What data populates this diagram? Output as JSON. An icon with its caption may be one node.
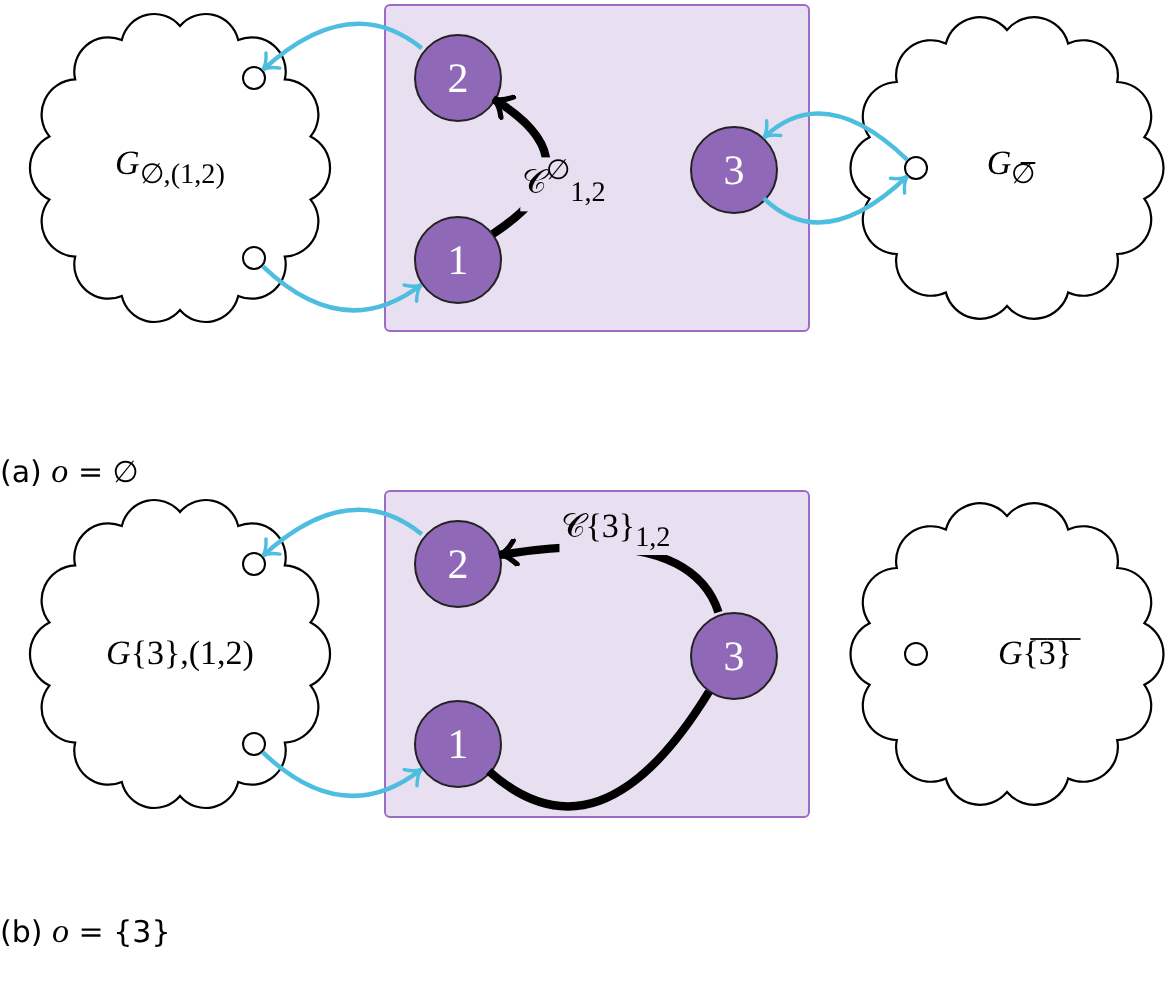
{
  "diagram": {
    "nodes": [
      {
        "text": [
          "*G*$_{∅,(1,2)}$"
        ]
      },
      {
        "text": [],
        "shape": "circle",
        "in": 0
      },
      {
        "text": [],
        "shape": "circle",
        "in": 0
      },
      {
        "text": [],
        "shape": "box"
      },
      {
        "text": [
          "2"
        ],
        "in": 3
      },
      {
        "text": [
          "1"
        ],
        "in": 3
      },
      {
        "text": [
          "3"
        ],
        "in": 3
      },
      {
        "text": [
          "*G*$_{∅̅}$"
        ]
      },
      {
        "text": [],
        "shape": "circle",
        "in": 7
      },
      {
        "text": [
          "*G*{3},(1,2)"
        ]
      },
      {
        "text": [],
        "shape": "circle",
        "in": 9
      },
      {
        "text": [],
        "shape": "circle",
        "in": 9
      },
      {
        "text": [],
        "shape": "box"
      },
      {
        "text": [
          "2"
        ],
        "in": 12
      },
      {
        "text": [
          "1"
        ],
        "in": 12
      },
      {
        "text": [
          "3"
        ],
        "in": 12
      },
      {
        "text": [
          "*G*{̅3̅}̅"
        ]
      },
      {
        "text": [],
        "shape": "circle",
        "in": 16
      }
    ],
    "edges": [
      {
        "from": 4,
        "to": 1,
        "arrow": "to"
      },
      {
        "from": 2,
        "to": 5,
        "arrow": "to"
      },
      {
        "from": 5,
        "to": 4,
        "arrow": "to",
        "label": "𝒞$^{∅}$$_{1,2}$",
        "style": "thick",
        "color": "#000000"
      },
      {
        "from": 8,
        "to": 6,
        "arrow": "to"
      },
      {
        "from": 6,
        "to": 8,
        "arrow": "to"
      },
      {
        "from": 13,
        "to": 10,
        "arrow": "to"
      },
      {
        "from": 11,
        "to": 14,
        "arrow": "to"
      },
      {
        "from": 14,
        "to": 15,
        "arrow": "none",
        "style": "thick",
        "color": "#000000"
      },
      {
        "from": 15,
        "to": 13,
        "arrow": "to",
        "label": "𝒞{3}$_{1,2}$",
        "style": "thick",
        "color": "#000000"
      }
    ],
    "labels": [
      "(a) *o* = ∅",
      "(b) *o* = {3}"
    ]
  }
}
